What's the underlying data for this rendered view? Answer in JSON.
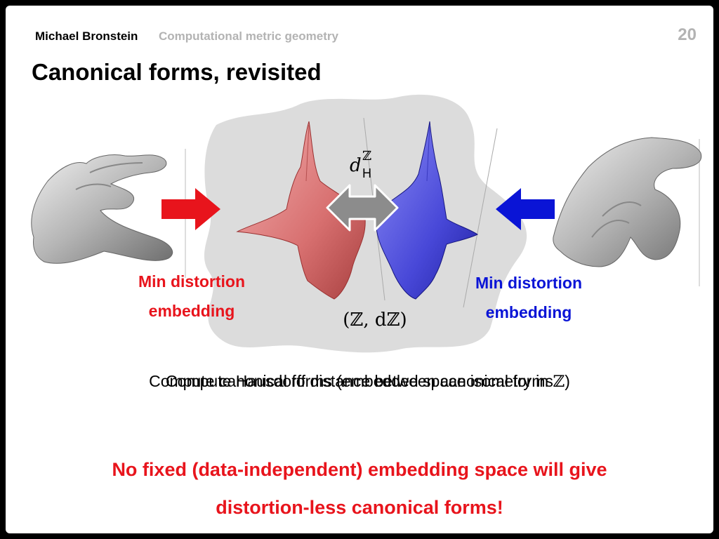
{
  "header": {
    "author": "Michael Bronstein",
    "course": "Computational metric geometry",
    "page_number": "20"
  },
  "title": "Canonical forms, revisited",
  "figure": {
    "distance_symbol": "d",
    "distance_superscript": "ℤ",
    "distance_subscript": "H",
    "space_label": "(ℤ, dℤ)"
  },
  "labels": {
    "left_line1": "Min distortion",
    "left_line2": "embedding",
    "right_line1": "Min distortion",
    "right_line2": "embedding"
  },
  "caption": {
    "layer1_text": "Compute canonical forms (embedded space isometry in ",
    "layer1_symbol": "ℤ",
    "layer1_suffix": ")",
    "layer2_text": "Compute Hausdorff distance between canonical forms"
  },
  "warning": {
    "line1": "No fixed (data-independent) embedding space will give",
    "line2": "distortion-less canonical forms!"
  },
  "colors": {
    "red": "#e8141c",
    "blue": "#0a14d6",
    "gray_text": "#b3b3b3",
    "blob": "#dcdcdc",
    "double_arrow": "#8c8c8c"
  },
  "icons": [
    "left-hand-shape",
    "right-hand-shape",
    "red-canonical-form",
    "blue-canonical-form",
    "red-arrow-icon",
    "blue-arrow-icon",
    "double-arrow-icon"
  ]
}
